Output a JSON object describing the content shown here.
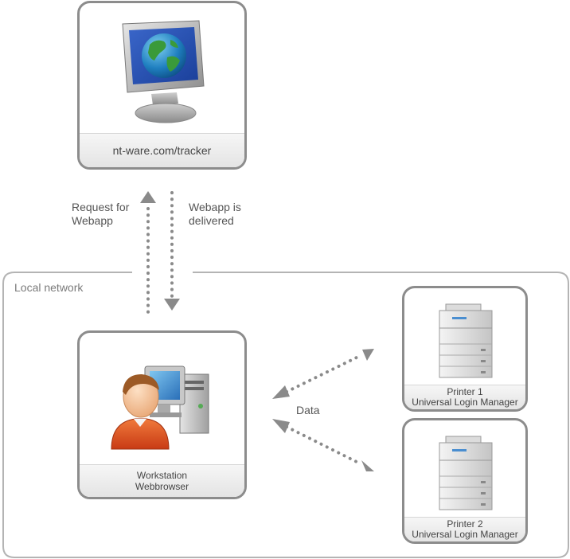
{
  "tracker": {
    "label": "nt-ware.com/tracker",
    "icon": "globe-monitor-icon"
  },
  "arrows": {
    "request_line1": "Request for",
    "request_line2": "Webapp",
    "delivered_line1": "Webapp is",
    "delivered_line2": "delivered",
    "data": "Data"
  },
  "network": {
    "label": "Local network"
  },
  "workstation": {
    "line1": "Workstation",
    "line2": "Webbrowser",
    "icon": "user-workstation-icon"
  },
  "printer1": {
    "line1": "Printer 1",
    "line2": "Universal Login Manager",
    "icon": "printer-icon"
  },
  "printer2": {
    "line1": "Printer 2",
    "line2": "Universal Login Manager",
    "icon": "printer-icon"
  },
  "colors": {
    "border": "#8c8c8c",
    "arrow": "#8a8a8a",
    "network_border": "#b4b4b4"
  }
}
